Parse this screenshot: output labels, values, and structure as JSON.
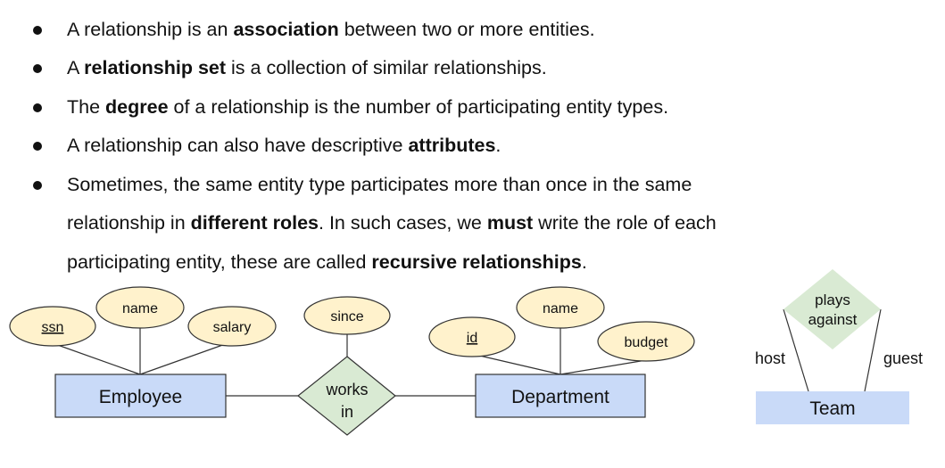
{
  "bullets": [
    {
      "parts": [
        {
          "t": "A relationship is an ",
          "b": false
        },
        {
          "t": "association",
          "b": true
        },
        {
          "t": " between two or more entities.",
          "b": false
        }
      ]
    },
    {
      "parts": [
        {
          "t": "A ",
          "b": false
        },
        {
          "t": "relationship set",
          "b": true
        },
        {
          "t": " is a collection of similar relationships.",
          "b": false
        }
      ]
    },
    {
      "parts": [
        {
          "t": "The ",
          "b": false
        },
        {
          "t": "degree",
          "b": true
        },
        {
          "t": " of a relationship is the number of participating entity types.",
          "b": false
        }
      ]
    },
    {
      "parts": [
        {
          "t": "A relationship can also have descriptive ",
          "b": false
        },
        {
          "t": "attributes",
          "b": true
        },
        {
          "t": ".",
          "b": false
        }
      ]
    },
    {
      "lines": [
        [
          {
            "t": "Sometimes, the same entity type participates more than once in the same",
            "b": false
          }
        ],
        [
          {
            "t": "relationship in ",
            "b": false
          },
          {
            "t": "different roles",
            "b": true
          },
          {
            "t": ". In such cases, we ",
            "b": false
          },
          {
            "t": "must",
            "b": true
          },
          {
            "t": " write the role of each",
            "b": false
          }
        ],
        [
          {
            "t": "participating entity, these are called ",
            "b": false
          },
          {
            "t": "recursive relationships",
            "b": true
          },
          {
            "t": ".",
            "b": false
          }
        ]
      ]
    }
  ],
  "diagram": {
    "employee": {
      "label": "Employee",
      "attributes": {
        "ssn": "ssn",
        "name": "name",
        "salary": "salary"
      }
    },
    "relationship": {
      "line1": "works",
      "line2": "in",
      "attribute": "since"
    },
    "department": {
      "label": "Department",
      "attributes": {
        "id": "id",
        "name": "name",
        "budget": "budget"
      }
    },
    "recursive": {
      "relationship_line1": "plays",
      "relationship_line2": "against",
      "entity": "Team",
      "role_left": "host",
      "role_right": "guest"
    }
  },
  "colors": {
    "entity_fill": "#c9daf8",
    "attribute_fill": "#fff2cc",
    "relationship_fill": "#d9ead3",
    "stroke": "#333333"
  }
}
